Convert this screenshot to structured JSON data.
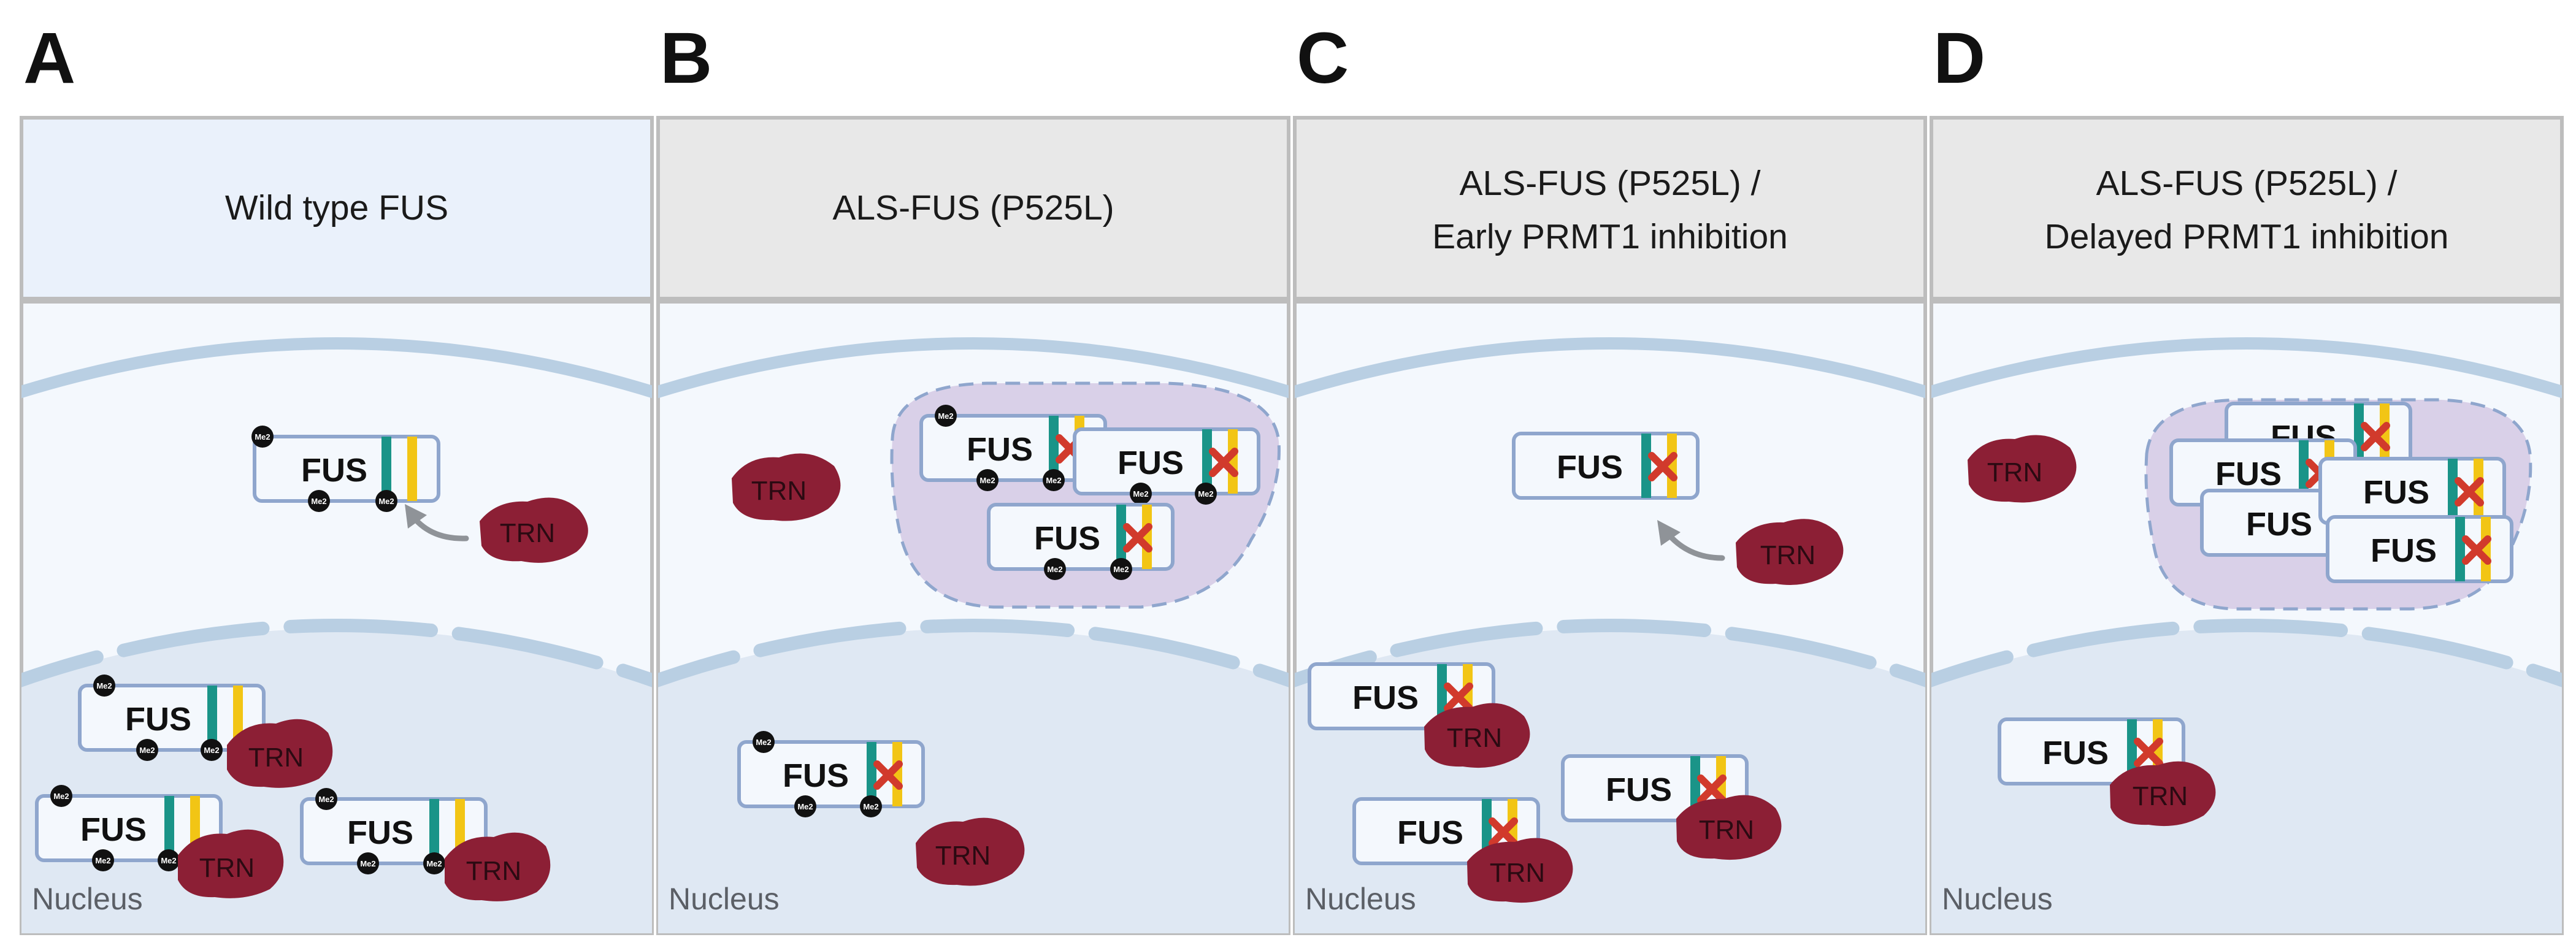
{
  "panels": [
    {
      "letter": "A",
      "title_lines": [
        "Wild type FUS"
      ],
      "nucleus_label": "Nucleus",
      "header_color": "#eaf1fb"
    },
    {
      "letter": "B",
      "title_lines": [
        "ALS-FUS (P525L)"
      ],
      "nucleus_label": "Nucleus",
      "header_color": "#e8e8e8"
    },
    {
      "letter": "C",
      "title_lines": [
        "ALS-FUS (P525L) /",
        "Early PRMT1 inhibition"
      ],
      "nucleus_label": "Nucleus",
      "header_color": "#e8e8e8"
    },
    {
      "letter": "D",
      "title_lines": [
        "ALS-FUS (P525L) /",
        "Delayed PRMT1 inhibition"
      ],
      "nucleus_label": "Nucleus",
      "header_color": "#e8e8e8"
    }
  ],
  "labels": {
    "fus": "FUS",
    "trn": "TRN",
    "methyl": "Me2"
  },
  "colors": {
    "teal_band": "#1a9488",
    "yellow_band": "#f2c515",
    "mutation_x": "#d13a2c",
    "trn_fill": "#8c1f35",
    "condensate_fill": "#d9d0e8",
    "membrane": "#b9cfe3"
  },
  "icons": [
    "mutation-x-icon",
    "arrow-icon",
    "methyl-group-icon",
    "trn-protein-icon",
    "fus-protein-icon"
  ]
}
